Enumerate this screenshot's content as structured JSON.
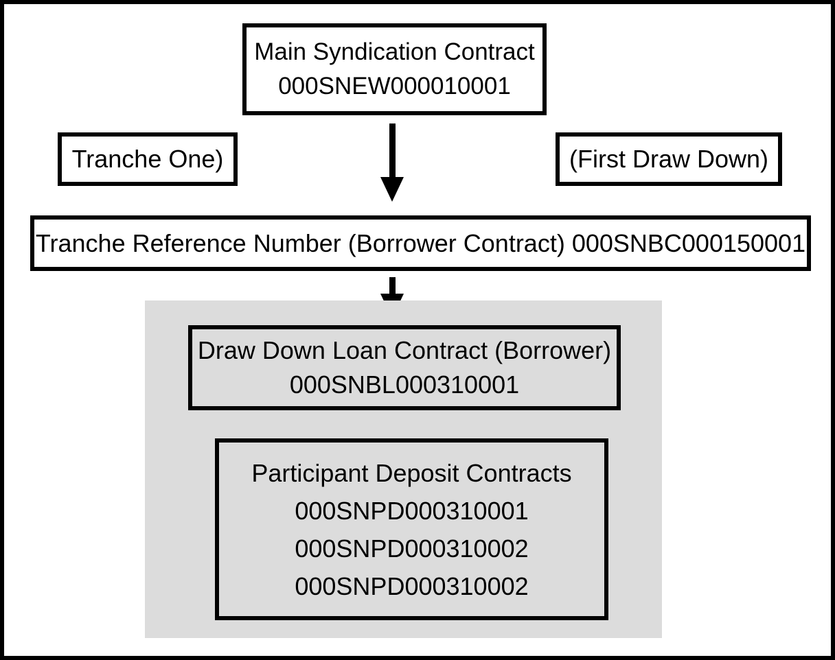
{
  "colors": {
    "background": "#ffffff",
    "border": "#000000",
    "panel_background": "#dcdcdc",
    "text": "#000000"
  },
  "boxes": {
    "main_contract": {
      "title": "Main Syndication Contract",
      "number": "000SNEW000010001"
    },
    "tranche_one": {
      "label": "Tranche One)"
    },
    "first_draw_down": {
      "label": "(First Draw Down)"
    },
    "tranche_reference": {
      "label": "Tranche Reference Number (Borrower Contract) 000SNBC000150001"
    },
    "draw_down_loan": {
      "title": "Draw Down Loan Contract (Borrower)",
      "number": "000SNBL000310001"
    },
    "participant_deposits": {
      "title": "Participant Deposit Contracts",
      "numbers": [
        "000SNPD000310001",
        "000SNPD000310002",
        "000SNPD000310002"
      ]
    }
  }
}
